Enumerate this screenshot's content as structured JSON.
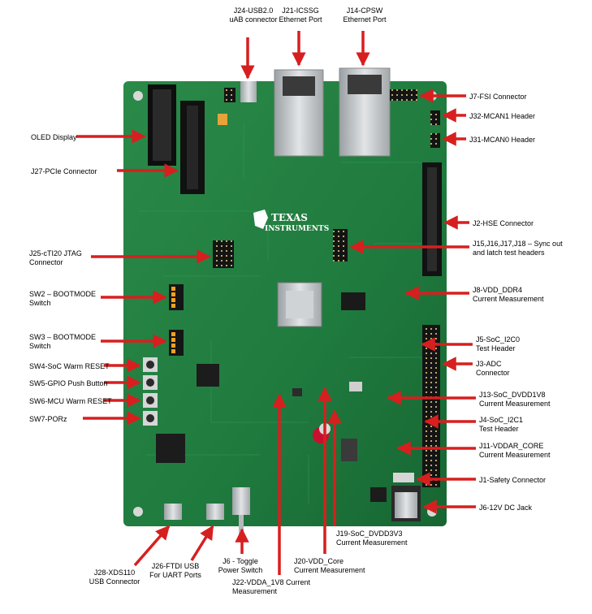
{
  "callouts": {
    "j24": [
      "J24-USB2.0",
      "uAB connector"
    ],
    "j21": [
      "J21-ICSSG",
      "Ethernet Port"
    ],
    "j14": [
      "J14-CPSW",
      "Ethernet Port"
    ],
    "oled": [
      "OLED Display"
    ],
    "j27": [
      "J27-PCIe Connector"
    ],
    "j25": [
      "J25-cTI20 JTAG",
      "Connector"
    ],
    "sw2": [
      "SW2 – BOOTMODE",
      "Switch"
    ],
    "sw3": [
      "SW3 – BOOTMODE",
      "Switch"
    ],
    "sw4": [
      "SW4-SoC Warm RESET"
    ],
    "sw5": [
      "SW5-GPIO Push Button"
    ],
    "sw6": [
      "SW6-MCU Warm RESET"
    ],
    "sw7": [
      "SW7-PORz"
    ],
    "j7": [
      "J7-FSI Connector"
    ],
    "j32": [
      "J32-MCAN1 Header"
    ],
    "j31": [
      "J31-MCAN0 Header"
    ],
    "j2": [
      "J2-HSE Connector"
    ],
    "j15": [
      "J15,J16,J17,J18 – Sync out",
      "and latch test headers"
    ],
    "j8": [
      "J8-VDD_DDR4",
      "Current Measurement"
    ],
    "j5": [
      "J5-SoC_I2C0",
      "Test Header"
    ],
    "j3": [
      "J3-ADC",
      "Connector"
    ],
    "j13": [
      "J13-SoC_DVDD1V8",
      "Current Measurement"
    ],
    "j4": [
      "J4-SoC_I2C1",
      "Test Header"
    ],
    "j11": [
      "J11-VDDAR_CORE",
      "Current Measurement"
    ],
    "j1": [
      "J1-Safety Connector"
    ],
    "j6jack": [
      "J6-12V DC Jack"
    ],
    "j19": [
      "J19-SoC_DVDD3V3",
      "Current Measurement"
    ],
    "j20": [
      "J20-VDD_Core",
      "Current Measurement"
    ],
    "j22": [
      "J22-VDDA_1V8 Current",
      "Measurement"
    ],
    "j6toggle": [
      "J6  - Toggle",
      "Power Switch"
    ],
    "j26": [
      "J26-FTDI USB",
      "For UART Ports"
    ],
    "j28": [
      "J28-XDS110",
      "USB Connector"
    ]
  },
  "board_text": {
    "brand_line1": "TEXAS",
    "brand_line2": "INSTRUMENTS"
  },
  "colors": {
    "pcb": "#1f7a3e",
    "pcb_dark": "#155c2d",
    "arrow": "#d71f1f",
    "header": "#151515",
    "metal": "#c9ccce"
  }
}
